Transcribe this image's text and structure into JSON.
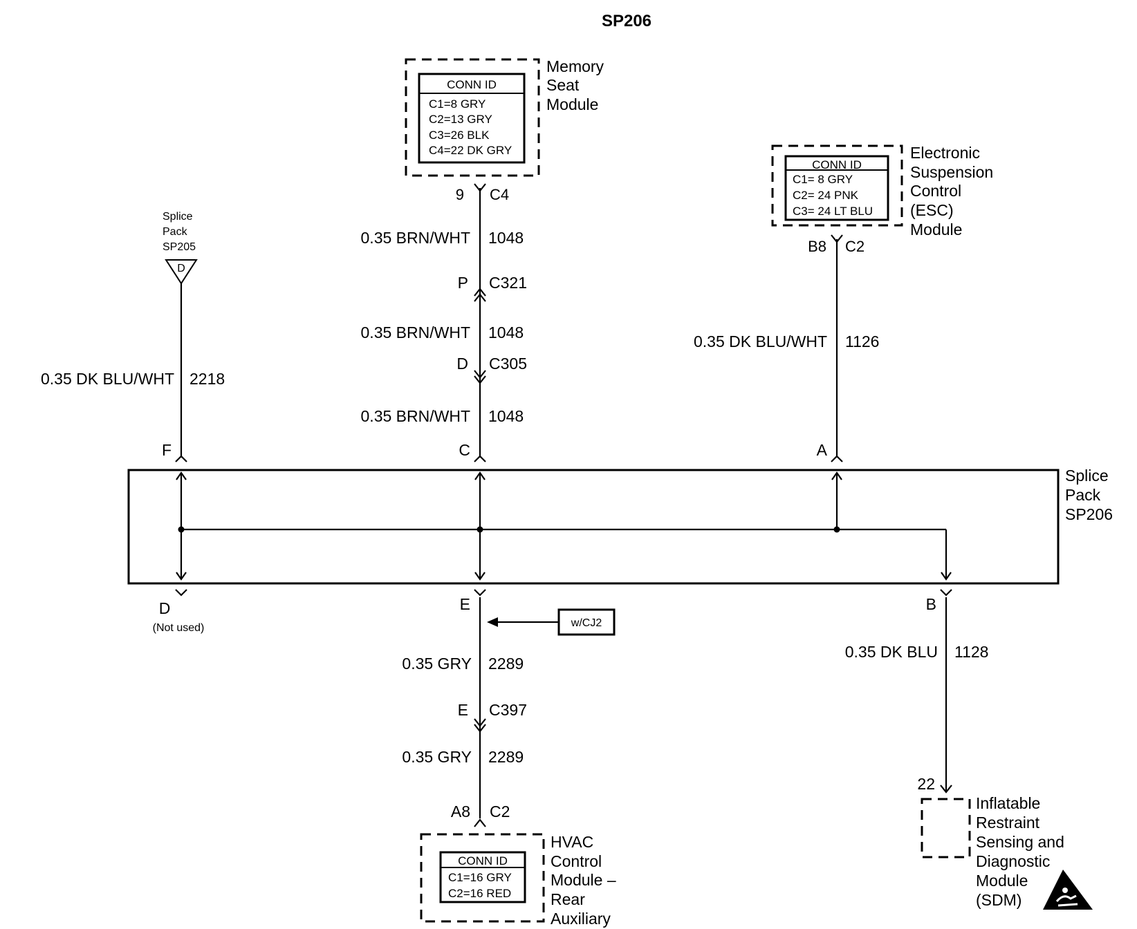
{
  "title": "SP206",
  "memory_seat": {
    "label_lines": [
      "Memory",
      "Seat",
      "Module"
    ],
    "conn_header": "CONN ID",
    "conn_rows": [
      "C1=8 GRY",
      "C2=13 GRY",
      "C3=26 BLK",
      "C4=22 DK GRY"
    ],
    "pin": "9",
    "connector": "C4"
  },
  "esc": {
    "label_lines": [
      "Electronic",
      "Suspension",
      "Control",
      "(ESC)",
      "Module"
    ],
    "conn_header": "CONN ID",
    "conn_rows": [
      "C1= 8 GRY",
      "C2= 24 PNK",
      "C3= 24 LT BLU"
    ],
    "pin": "B8",
    "connector": "C2"
  },
  "sp205": {
    "label_lines": [
      "Splice",
      "Pack",
      "SP205"
    ],
    "letter": "D"
  },
  "wires": {
    "seg1": {
      "gauge_color": "0.35 BRN/WHT",
      "circuit": "1048"
    },
    "seg2": {
      "gauge_color": "0.35 BRN/WHT",
      "circuit": "1048"
    },
    "seg3": {
      "gauge_color": "0.35 BRN/WHT",
      "circuit": "1048"
    },
    "esc": {
      "gauge_color": "0.35 DK BLU/WHT",
      "circuit": "1126"
    },
    "sp205": {
      "gauge_color": "0.35 DK BLU/WHT",
      "circuit": "2218"
    },
    "hvac1": {
      "gauge_color": "0.35 GRY",
      "circuit": "2289"
    },
    "hvac2": {
      "gauge_color": "0.35 GRY",
      "circuit": "2289"
    },
    "sdm": {
      "gauge_color": "0.35 DK BLU",
      "circuit": "1128"
    }
  },
  "inline_connectors": {
    "c321": {
      "pin": "P",
      "name": "C321"
    },
    "c305": {
      "pin": "D",
      "name": "C305"
    },
    "c397": {
      "pin": "E",
      "name": "C397"
    }
  },
  "splice_pack": {
    "label_lines": [
      "Splice",
      "Pack",
      "SP206"
    ],
    "pins_top": [
      "F",
      "C",
      "A"
    ],
    "pin_d": "D",
    "pin_d_note": "(Not used)",
    "pin_e": "E",
    "pin_b": "B"
  },
  "option_tag": "w/CJ2",
  "hvac": {
    "label_lines": [
      "HVAC",
      "Control",
      "Module –",
      "Rear",
      "Auxiliary"
    ],
    "conn_header": "CONN ID",
    "conn_rows": [
      "C1=16 GRY",
      "C2=16 RED"
    ],
    "pin": "A8",
    "connector": "C2"
  },
  "sdm": {
    "label_lines": [
      "Inflatable",
      "Restraint",
      "Sensing and",
      "Diagnostic",
      "Module",
      "(SDM)"
    ],
    "pin": "22",
    "icon": "airbag-warning-icon"
  }
}
